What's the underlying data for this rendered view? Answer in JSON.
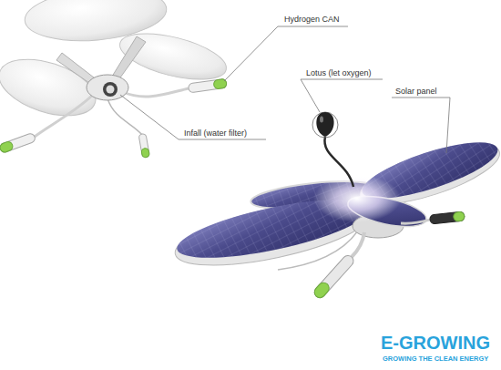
{
  "diagram": {
    "labels": [
      "Hydrogen CAN",
      "Lotus (let oxygen)",
      "Solar panel",
      "Infall (water filter)",
      "E-GROWING",
      "GROWING THE CLEAN ENERGY"
    ]
  }
}
